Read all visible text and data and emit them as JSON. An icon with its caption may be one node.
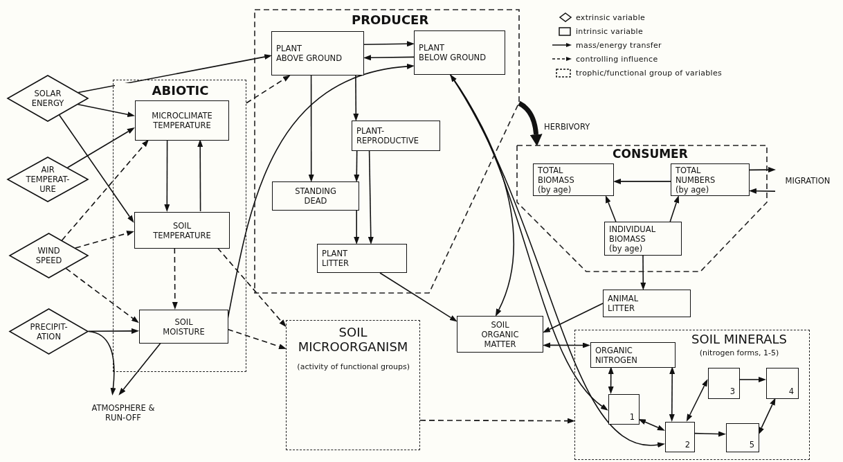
{
  "diagram": {
    "nodes": [
      {
        "text": [
          "SOLAR ENERGY"
        ]
      },
      {
        "text": [
          "AIR TEMPERAT- URE"
        ]
      },
      {
        "text": [
          "WIND SPEED"
        ]
      },
      {
        "text": [
          "PRECIPIT- ATION"
        ]
      },
      {
        "text": [
          "ABIOTIC"
        ]
      },
      {
        "text": [
          "MICROCLIMATE TEMPERATURE"
        ],
        "in": 4
      },
      {
        "text": [
          "SOIL TEMPERATURE"
        ],
        "in": 4
      },
      {
        "text": [
          "SOIL MOISTURE"
        ],
        "in": 4
      },
      {
        "text": [
          "PRODUCER"
        ]
      },
      {
        "text": [
          "PLANT",
          "ABOVE GROUND"
        ],
        "in": 8
      },
      {
        "text": [
          "PLANT",
          "BELOW GROUND"
        ],
        "in": 8
      },
      {
        "text": [
          "PLANT- REPRODUCTIVE"
        ],
        "in": 8
      },
      {
        "text": [
          "STANDING DEAD"
        ],
        "in": 8
      },
      {
        "text": [
          "PLANT LITTER"
        ],
        "in": 8
      },
      {
        "text": [
          "CONSUMER"
        ]
      },
      {
        "text": [
          "TOTAL BIOMASS",
          "(by age)"
        ],
        "in": 14
      },
      {
        "text": [
          "TOTAL NUMBERS",
          "(by age)"
        ],
        "in": 14
      },
      {
        "text": [
          "INDIVIDUAL BIOMASS",
          "(by age)"
        ],
        "in": 14
      },
      {
        "text": [
          "MIGRATION"
        ]
      },
      {
        "text": [
          "ANIMAL LITTER"
        ]
      },
      {
        "text": [
          "SOIL ORGANIC MATTER"
        ]
      },
      {
        "text": [
          "SOIL MICROORGANISM",
          "(activity of functional groups)"
        ]
      },
      {
        "text": [
          "ATMOSPHERE & RUN-OFF"
        ]
      },
      {
        "text": [
          "SOIL MINERALS",
          "(nitrogen forms, 1-5)"
        ]
      },
      {
        "text": [
          "ORGANIC NITROGEN"
        ],
        "in": 23
      },
      {
        "text": [
          "1"
        ],
        "in": 23
      },
      {
        "text": [
          "2"
        ],
        "in": 23
      },
      {
        "text": [
          "3"
        ],
        "in": 23
      },
      {
        "text": [
          "4"
        ],
        "in": 23
      },
      {
        "text": [
          "5"
        ],
        "in": 23
      }
    ],
    "edges": [
      {
        "from": 0,
        "to": 9,
        "arrow": "to"
      },
      {
        "from": 0,
        "to": 5,
        "arrow": "to"
      },
      {
        "from": 0,
        "to": 6,
        "arrow": "to"
      },
      {
        "from": 1,
        "to": 5,
        "arrow": "to"
      },
      {
        "from": 2,
        "to": 5,
        "arrow": "to",
        "style": "dashed"
      },
      {
        "from": 2,
        "to": 6,
        "arrow": "to",
        "style": "dashed"
      },
      {
        "from": 2,
        "to": 7,
        "arrow": "to",
        "style": "dashed"
      },
      {
        "from": 3,
        "to": 7,
        "arrow": "to"
      },
      {
        "from": 3,
        "to": 22,
        "arrow": "to"
      },
      {
        "from": 7,
        "to": 22,
        "arrow": "to"
      },
      {
        "from": 5,
        "to": 6,
        "arrow": "to"
      },
      {
        "from": 6,
        "to": 5,
        "arrow": "to"
      },
      {
        "from": 6,
        "to": 7,
        "arrow": "to",
        "style": "dashed"
      },
      {
        "from": 6,
        "to": 21,
        "arrow": "to",
        "style": "dashed"
      },
      {
        "from": 7,
        "to": 21,
        "arrow": "to",
        "style": "dashed"
      },
      {
        "from": 4,
        "to": 9,
        "arrow": "to",
        "style": "dashed"
      },
      {
        "from": 7,
        "to": 10,
        "arrow": "to"
      },
      {
        "from": 9,
        "to": 10,
        "arrow": "to"
      },
      {
        "from": 10,
        "to": 9,
        "arrow": "to"
      },
      {
        "from": 9,
        "to": 12,
        "arrow": "to"
      },
      {
        "from": 9,
        "to": 11,
        "arrow": "to"
      },
      {
        "from": 11,
        "to": 12,
        "arrow": "to"
      },
      {
        "from": 11,
        "to": 13,
        "arrow": "to"
      },
      {
        "from": 12,
        "to": 13,
        "arrow": "to"
      },
      {
        "from": 13,
        "to": 20,
        "arrow": "to"
      },
      {
        "from": 8,
        "to": 14,
        "arrow": "to",
        "label": "HERBIVORY",
        "style": "thick"
      },
      {
        "from": 16,
        "to": 15,
        "arrow": "to"
      },
      {
        "from": 17,
        "to": 15,
        "arrow": "to"
      },
      {
        "from": 17,
        "to": 16,
        "arrow": "to"
      },
      {
        "from": 16,
        "to": 18,
        "arrow": "to"
      },
      {
        "from": 18,
        "to": 16,
        "arrow": "to"
      },
      {
        "from": 17,
        "to": 19,
        "arrow": "to"
      },
      {
        "from": 19,
        "to": 20,
        "arrow": "to"
      },
      {
        "from": 10,
        "to": 25,
        "arrow": "both"
      },
      {
        "from": 10,
        "to": 20,
        "arrow": "to"
      },
      {
        "from": 10,
        "to": 26,
        "arrow": "to"
      },
      {
        "from": 20,
        "to": 24,
        "arrow": "both"
      },
      {
        "from": 24,
        "to": 25,
        "arrow": "both"
      },
      {
        "from": 24,
        "to": 26,
        "arrow": "both"
      },
      {
        "from": 25,
        "to": 26,
        "arrow": "both"
      },
      {
        "from": 26,
        "to": 27,
        "arrow": "both"
      },
      {
        "from": 27,
        "to": 28,
        "arrow": "to"
      },
      {
        "from": 26,
        "to": 29,
        "arrow": "to"
      },
      {
        "from": 29,
        "to": 28,
        "arrow": "both"
      },
      {
        "from": 21,
        "to": 23,
        "arrow": "to",
        "style": "dashed"
      }
    ],
    "legend": [
      {
        "text": "extrinsic variable"
      },
      {
        "text": "intrinsic variable"
      },
      {
        "text": "mass/energy transfer"
      },
      {
        "text": "controlling influence"
      },
      {
        "text": "trophic/functional group of variables"
      }
    ]
  }
}
